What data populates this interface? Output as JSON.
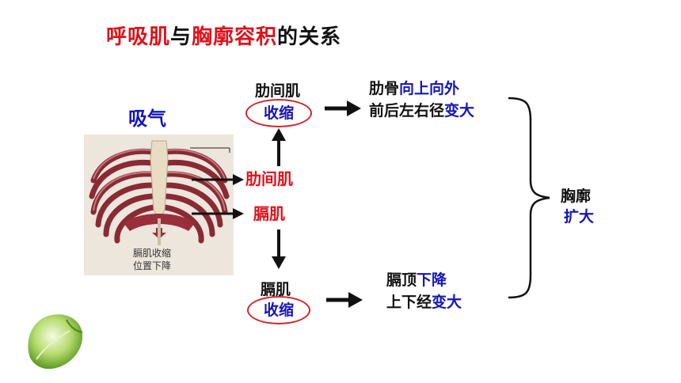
{
  "title": {
    "part1": "呼吸肌",
    "part2": "与",
    "part3": "胸廓容积",
    "part4": "的关系"
  },
  "inhale_label": "吸气",
  "image_caption": {
    "line1": "膈肌收缩",
    "line2": "位置下降"
  },
  "left_labels": {
    "intercostal": "肋间肌",
    "diaphragm": "膈肌"
  },
  "top_flow": {
    "muscle": "肋间肌",
    "action": "收缩",
    "result_line1_a": "肋骨",
    "result_line1_b": "向上向外",
    "result_line2_a": "前后左右径",
    "result_line2_b": "变大"
  },
  "bottom_flow": {
    "muscle": "膈肌",
    "action": "收缩",
    "result_line1_a": "膈顶",
    "result_line1_b": "下降",
    "result_line2_a": "上下经",
    "result_line2_b": "变大"
  },
  "conclusion": {
    "line1": "胸廓",
    "line2": "扩大"
  },
  "colors": {
    "accent_red": "#e0101a",
    "accent_blue": "#1515b8",
    "text": "#111111"
  }
}
